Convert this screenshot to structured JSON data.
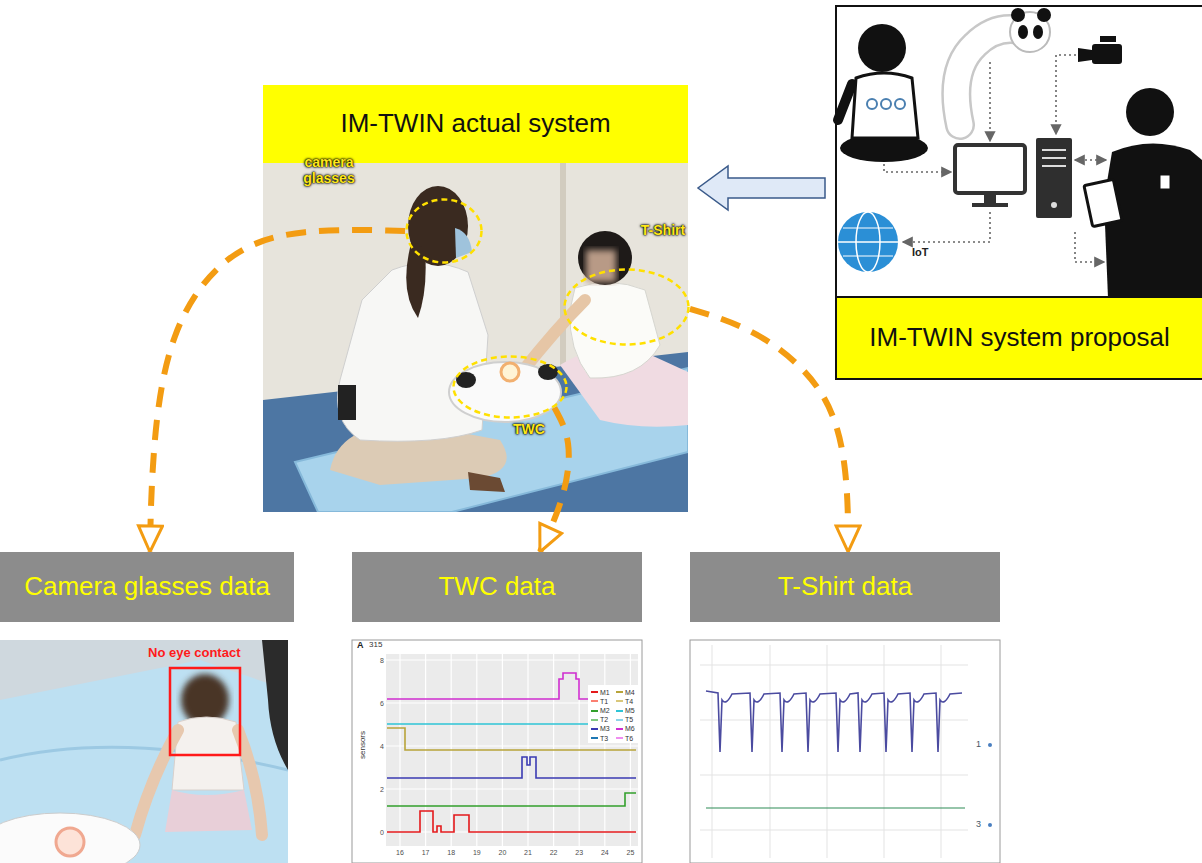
{
  "diagram": {
    "nodes": [
      {
        "text": [
          "IM-TWIN actual system"
        ]
      },
      {
        "text": [
          "camera glasses"
        ],
        "in": 0
      },
      {
        "text": [
          "T-Shirt"
        ],
        "in": 0
      },
      {
        "text": [
          "TWC"
        ],
        "in": 0
      },
      {
        "text": [
          "IM-TWIN system proposal"
        ]
      },
      {
        "text": [
          "Camera glasses data"
        ]
      },
      {
        "text": [
          "TWC data"
        ]
      },
      {
        "text": [
          "T-Shirt data"
        ]
      }
    ],
    "edges": [
      {
        "from": 4,
        "to": 0,
        "arrow": "to"
      },
      {
        "from": 1,
        "to": 5,
        "arrow": "to"
      },
      {
        "from": 3,
        "to": 6,
        "arrow": "to"
      },
      {
        "from": 2,
        "to": 7,
        "arrow": "to"
      }
    ],
    "labels": [
      "No eye contact",
      "IoT",
      "A",
      "315",
      "sensors",
      "0",
      "2",
      "4",
      "6",
      "8",
      "16",
      "17",
      "18",
      "19",
      "20",
      "21",
      "22",
      "23",
      "24",
      "25",
      "1",
      "3"
    ],
    "legend": [
      {
        "text": "M1",
        "color": "#e41a1c"
      },
      {
        "text": "T1",
        "color": "#fb8072"
      },
      {
        "text": "M2",
        "color": "#33a02c"
      },
      {
        "text": "T2",
        "color": "#7fc97f"
      },
      {
        "text": "M3",
        "color": "#3b3bb3"
      },
      {
        "text": "T3",
        "color": "#1f78b4"
      },
      {
        "text": "M4",
        "color": "#b8a43a"
      },
      {
        "text": "T4",
        "color": "#d9c77a"
      },
      {
        "text": "M5",
        "color": "#2ec4d6"
      },
      {
        "text": "T5",
        "color": "#8dd3e8"
      },
      {
        "text": "M6",
        "color": "#d02ed0"
      },
      {
        "text": "T6",
        "color": "#f08ef0"
      }
    ]
  }
}
